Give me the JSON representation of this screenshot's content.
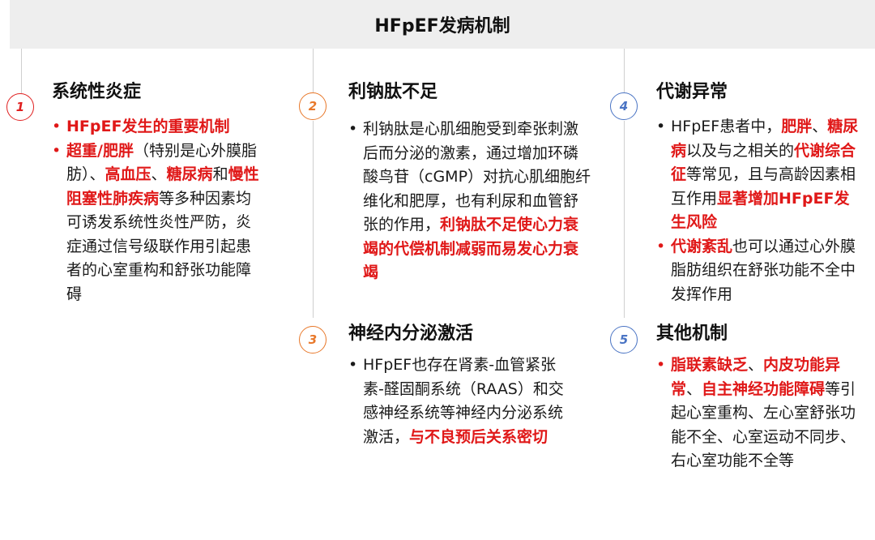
{
  "title": "HFpEF发病机制",
  "colors": {
    "red": "#e01818",
    "circle1": "#e02020",
    "circle2": "#e8782a",
    "circle3": "#e8782a",
    "circle4": "#4a74c4",
    "circle5": "#4a74c4"
  },
  "s1": {
    "num": "1",
    "heading": "系统性炎症",
    "b1": "HFpEF发生的重要机制",
    "b2_p1": "超重/肥胖",
    "b2_p2": "（特别是心外膜脂肪）、",
    "b2_p3": "高血压",
    "b2_p4": "、",
    "b2_p5": "糖尿病",
    "b2_p6": "和",
    "b2_p7": "慢性阻塞性肺疾病",
    "b2_p8": "等多种因素均可诱发系统性炎性严防，炎症通过信号级联作用引起患者的心室重构和舒张功能障碍"
  },
  "s2": {
    "num": "2",
    "heading": "利钠肽不足",
    "b1_p1": "利钠肽是心肌细胞受到牵张刺激后而分泌的激素，通过增加环磷酸鸟苷（cGMP）对抗心肌细胞纤维化和肥厚，也有利尿和血管舒张的作用，",
    "b1_p2": "利钠肽不足使心力衰竭的代偿机制减弱而易发心力衰竭"
  },
  "s3": {
    "num": "3",
    "heading": "神经内分泌激活",
    "b1_p1": "HFpEF也存在肾素-血管紧张素-醛固酮系统（RAAS）和交感神经系统等神经内分泌系统激活，",
    "b1_p2": "与不良预后关系密切"
  },
  "s4": {
    "num": "4",
    "heading": "代谢异常",
    "b1_p1": "HFpEF患者中，",
    "b1_p2": "肥胖",
    "b1_p3": "、",
    "b1_p4": "糖尿病",
    "b1_p5": "以及与之相关的",
    "b1_p6": "代谢综合征",
    "b1_p7": "等常见，且与高龄因素相互作用",
    "b1_p8": "显著增加HFpEF发生风险",
    "b2_p1": "代谢紊乱",
    "b2_p2": "也可以通过心外膜脂肪组织在舒张功能不全中发挥作用"
  },
  "s5": {
    "num": "5",
    "heading": "其他机制",
    "b1_p1": "脂联素缺乏",
    "b1_p2": "、",
    "b1_p3": "内皮功能异常",
    "b1_p4": "、",
    "b1_p5": "自主神经功能障碍",
    "b1_p6": "等引起心室重构、左心室舒张功能不全、心室运动不同步、右心室功能不全等"
  }
}
